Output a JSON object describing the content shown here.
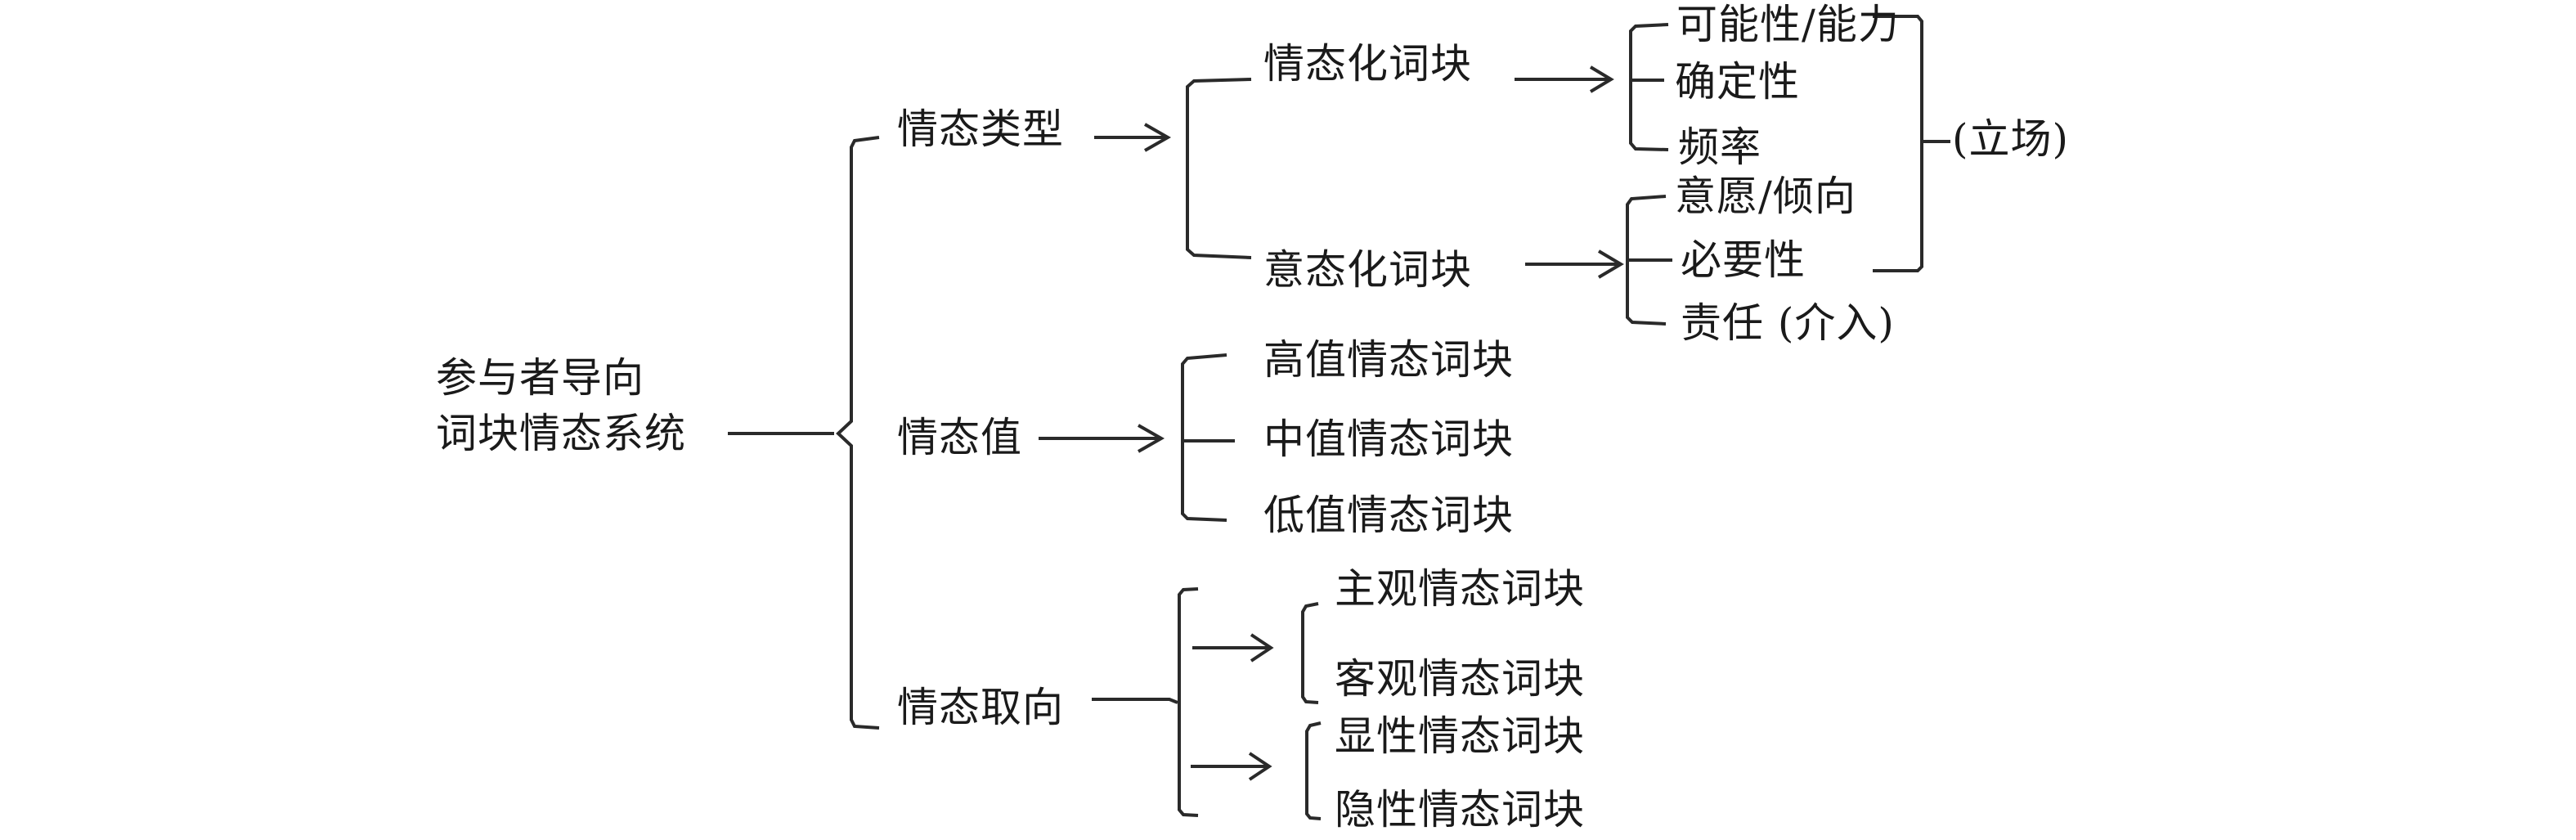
{
  "root": {
    "line1": "参与者导向",
    "line2": "词块情态系统"
  },
  "branches": {
    "type": {
      "label": "情态类型",
      "children": {
        "modalization": {
          "label": "情态化词块",
          "leaves": [
            "可能性/能力",
            "确定性",
            "频率"
          ]
        },
        "modulation": {
          "label": "意态化词块",
          "leaves": [
            "意愿/倾向",
            "必要性",
            "责任 (介入)"
          ]
        }
      },
      "group_label_stance": "(立场)"
    },
    "value": {
      "label": "情态值",
      "leaves": [
        "高值情态词块",
        "中值情态词块",
        "低值情态词块"
      ]
    },
    "orientation": {
      "label": "情态取向",
      "group1": [
        "主观情态词块",
        "客观情态词块"
      ],
      "group2": [
        "显性情态词块",
        "隐性情态词块"
      ]
    }
  },
  "colors": {
    "ink": "#1a1a1a",
    "line": "#2a2a2a",
    "background": "#ffffff"
  }
}
